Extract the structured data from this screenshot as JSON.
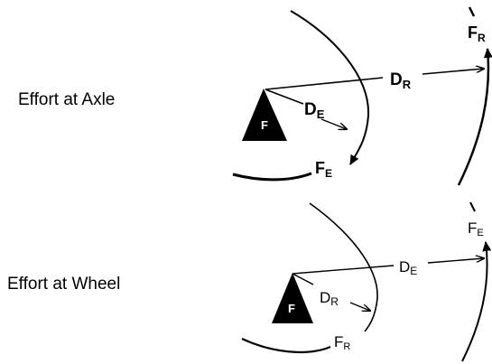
{
  "panels": [
    {
      "label": "Effort at Axle",
      "fulcrum": "F",
      "long_distance": {
        "main": "D",
        "sub": "R"
      },
      "short_distance": {
        "main": "D",
        "sub": "E"
      },
      "outer_force": {
        "main": "F",
        "sub": "R"
      },
      "inner_force": {
        "main": "F",
        "sub": "E"
      }
    },
    {
      "label": "Effort at Wheel",
      "fulcrum": "F",
      "long_distance": {
        "main": "D",
        "sub": "E"
      },
      "short_distance": {
        "main": "D",
        "sub": "R"
      },
      "outer_force": {
        "main": "F",
        "sub": "E"
      },
      "inner_force": {
        "main": "F",
        "sub": "R"
      }
    }
  ]
}
